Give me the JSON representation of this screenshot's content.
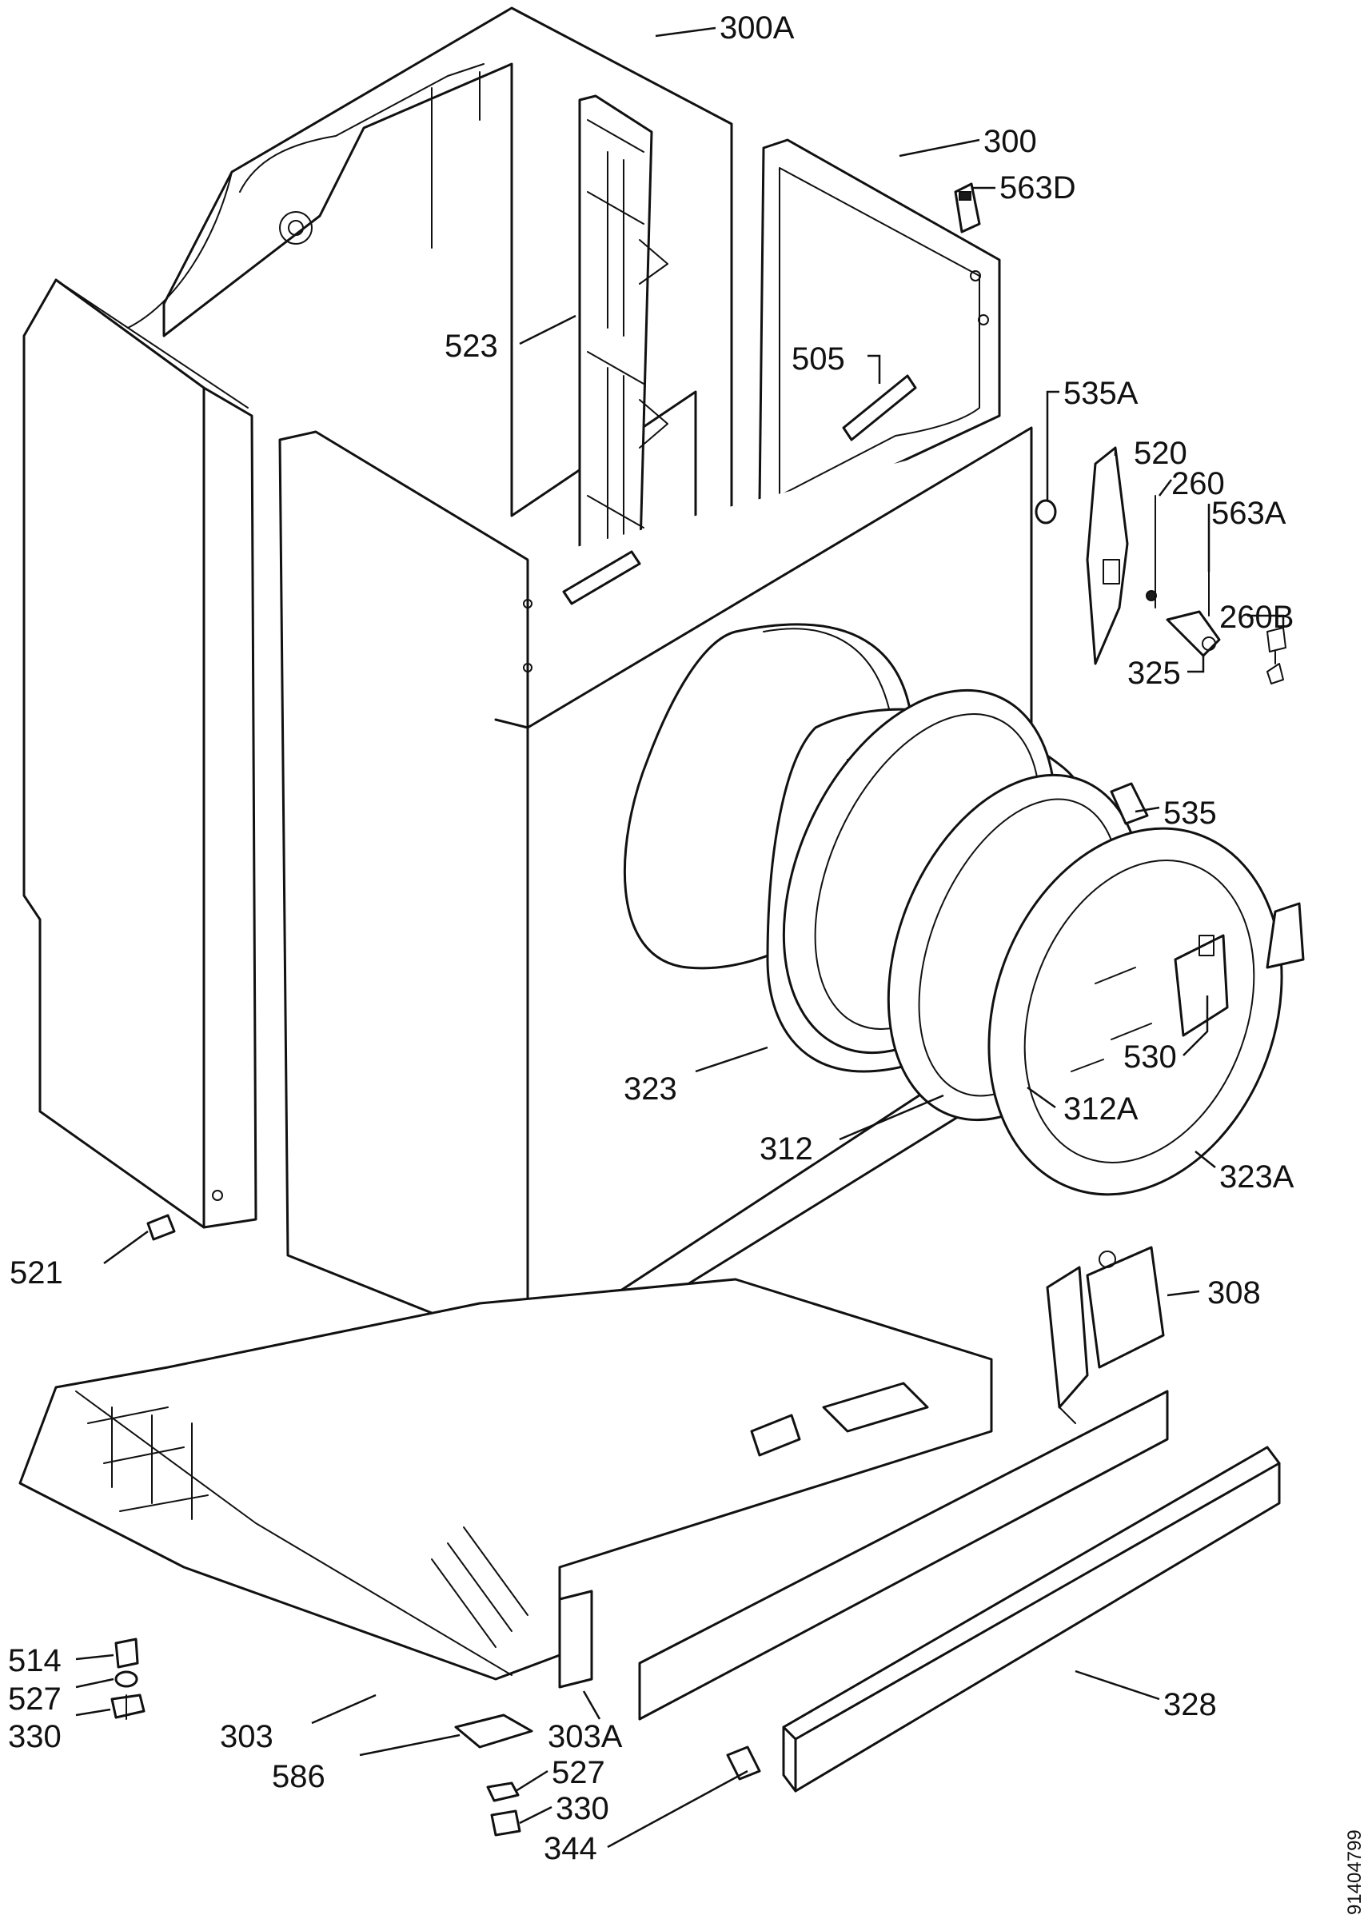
{
  "labels": {
    "p300A": "300A",
    "p300": "300",
    "p563D": "563D",
    "p523": "523",
    "p505": "505",
    "p535A": "535A",
    "p520": "520",
    "p260": "260",
    "p563A": "563A",
    "p260B": "260B",
    "p325": "325",
    "p535": "535",
    "p530": "530",
    "p323": "323",
    "p312A": "312A",
    "p312": "312",
    "p323A": "323A",
    "p521": "521",
    "p308": "308",
    "p514": "514",
    "p527a": "527",
    "p330a": "330",
    "p303": "303",
    "p303A": "303A",
    "p328": "328",
    "p586": "586",
    "p527b": "527",
    "p330b": "330",
    "p344": "344"
  },
  "drawing_code": "91404799"
}
